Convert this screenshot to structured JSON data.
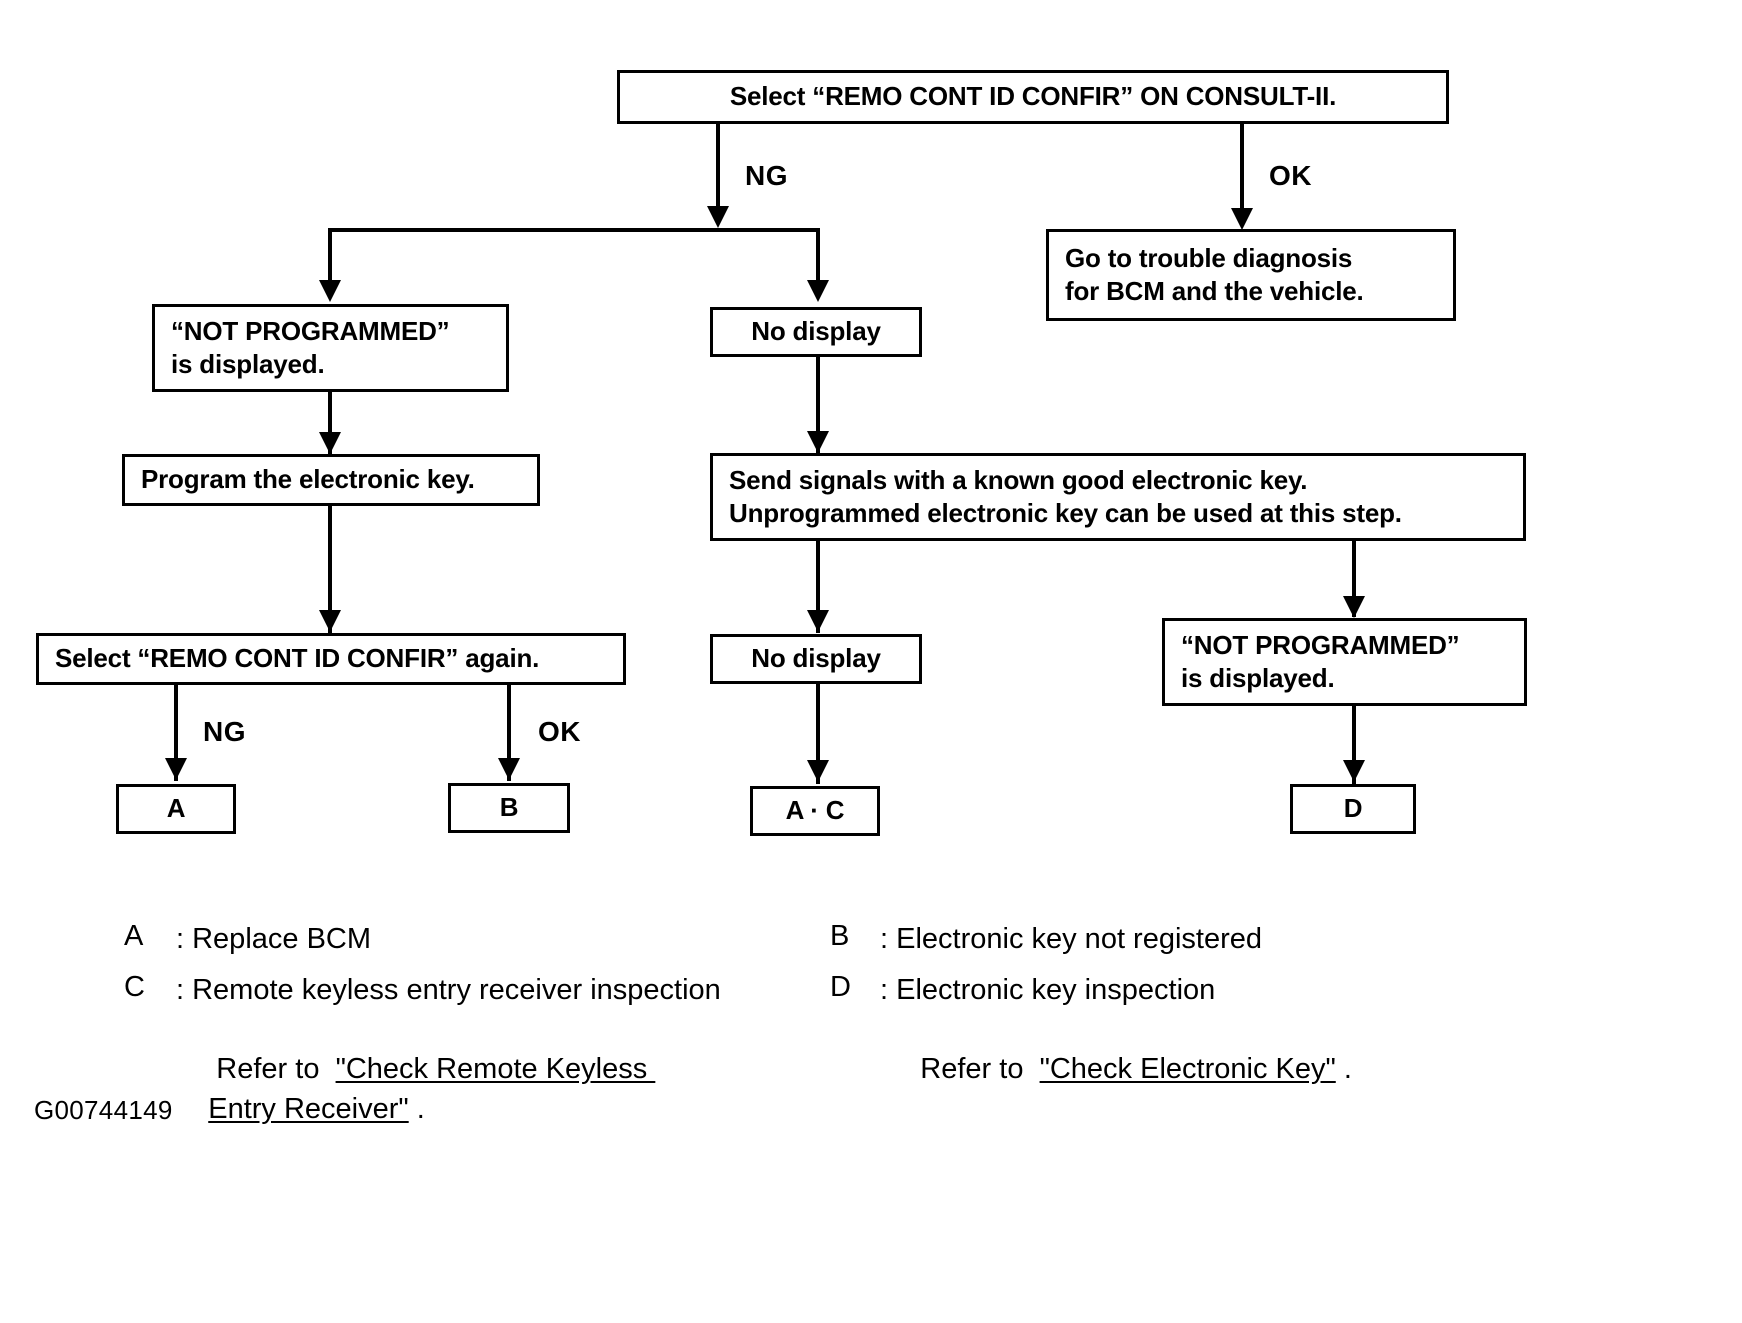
{
  "figure": {
    "id_code": "G00744149"
  },
  "nodes": {
    "start": {
      "label": "Select “REMO CONT ID CONFIR” ON CONSULT-II."
    },
    "ok_result": {
      "line1": "Go to trouble diagnosis",
      "line2": "for BCM and the vehicle."
    },
    "not_programmed_left": {
      "line1": "“NOT PROGRAMMED”",
      "line2": "is displayed."
    },
    "no_display_top": {
      "label": "No display"
    },
    "program_key": {
      "label": "Program the electronic key."
    },
    "send_signals": {
      "line1": "Send signals with a known good electronic key.",
      "line2": "Unprogrammed electronic key can be used at this step."
    },
    "select_again": {
      "label": "Select “REMO CONT ID CONFIR” again."
    },
    "no_display_bottom": {
      "label": "No display"
    },
    "not_programmed_right": {
      "line1": "“NOT PROGRAMMED”",
      "line2": "is displayed."
    },
    "terminal_a": {
      "label": "A"
    },
    "terminal_b": {
      "label": "B"
    },
    "terminal_ac": {
      "label": "A · C"
    },
    "terminal_d": {
      "label": "D"
    }
  },
  "branch_labels": {
    "start_ng": "NG",
    "start_ok": "OK",
    "again_ng": "NG",
    "again_ok": "OK"
  },
  "legend": {
    "a": {
      "key": "A",
      "text": ": Replace BCM"
    },
    "b": {
      "key": "B",
      "text": ": Electronic key not registered"
    },
    "c": {
      "key": "C",
      "line1": ": Remote keyless entry receiver inspection",
      "line2_prefix": " Refer to  ",
      "line2_link": "\"Check Remote Keyless ",
      "line3_link": "Entry Receiver\"",
      "line3_suffix": " ."
    },
    "d": {
      "key": "D",
      "line1": ": Electronic key inspection",
      "line2_prefix": " Refer to  ",
      "line2_link": "\"Check Electronic Key\"",
      "line2_suffix": " ."
    }
  },
  "colors": {
    "ink": "#000000",
    "paper": "#ffffff"
  }
}
